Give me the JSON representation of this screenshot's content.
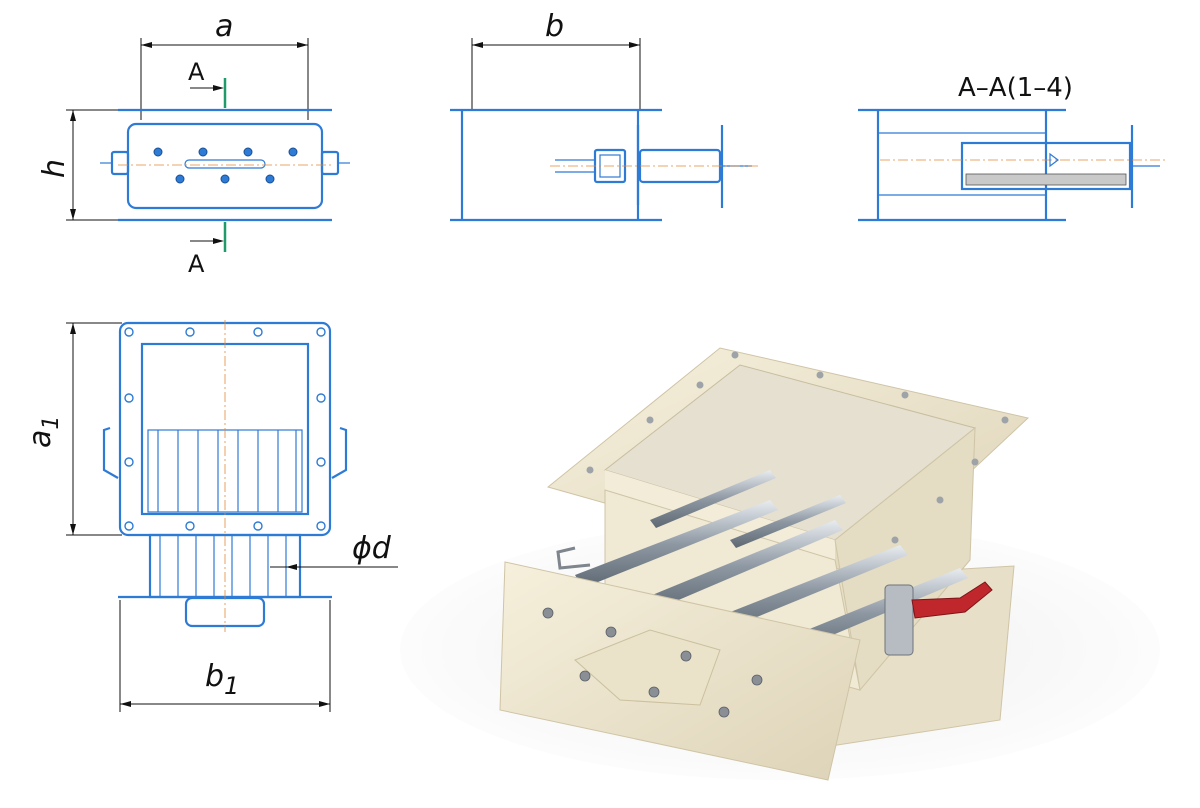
{
  "labels": {
    "dim_a": "a",
    "dim_b": "b",
    "dim_h": "h",
    "dim_a1": "a",
    "dim_a1_sub": "1",
    "dim_b1": "b",
    "dim_b1_sub": "1",
    "dim_d": "ϕd",
    "section_top": "A",
    "section_bottom": "A",
    "section_title": "A–A(1–4)"
  },
  "colors": {
    "line_blue": "#2e7bd6",
    "dimension_black": "#111111",
    "centerline_orange": "#e08a3a",
    "section_green": "#1f9a6a",
    "body_cream": "#efe7d2",
    "handle_red": "#c0272d",
    "rod_steel": "#9aa3ad"
  }
}
